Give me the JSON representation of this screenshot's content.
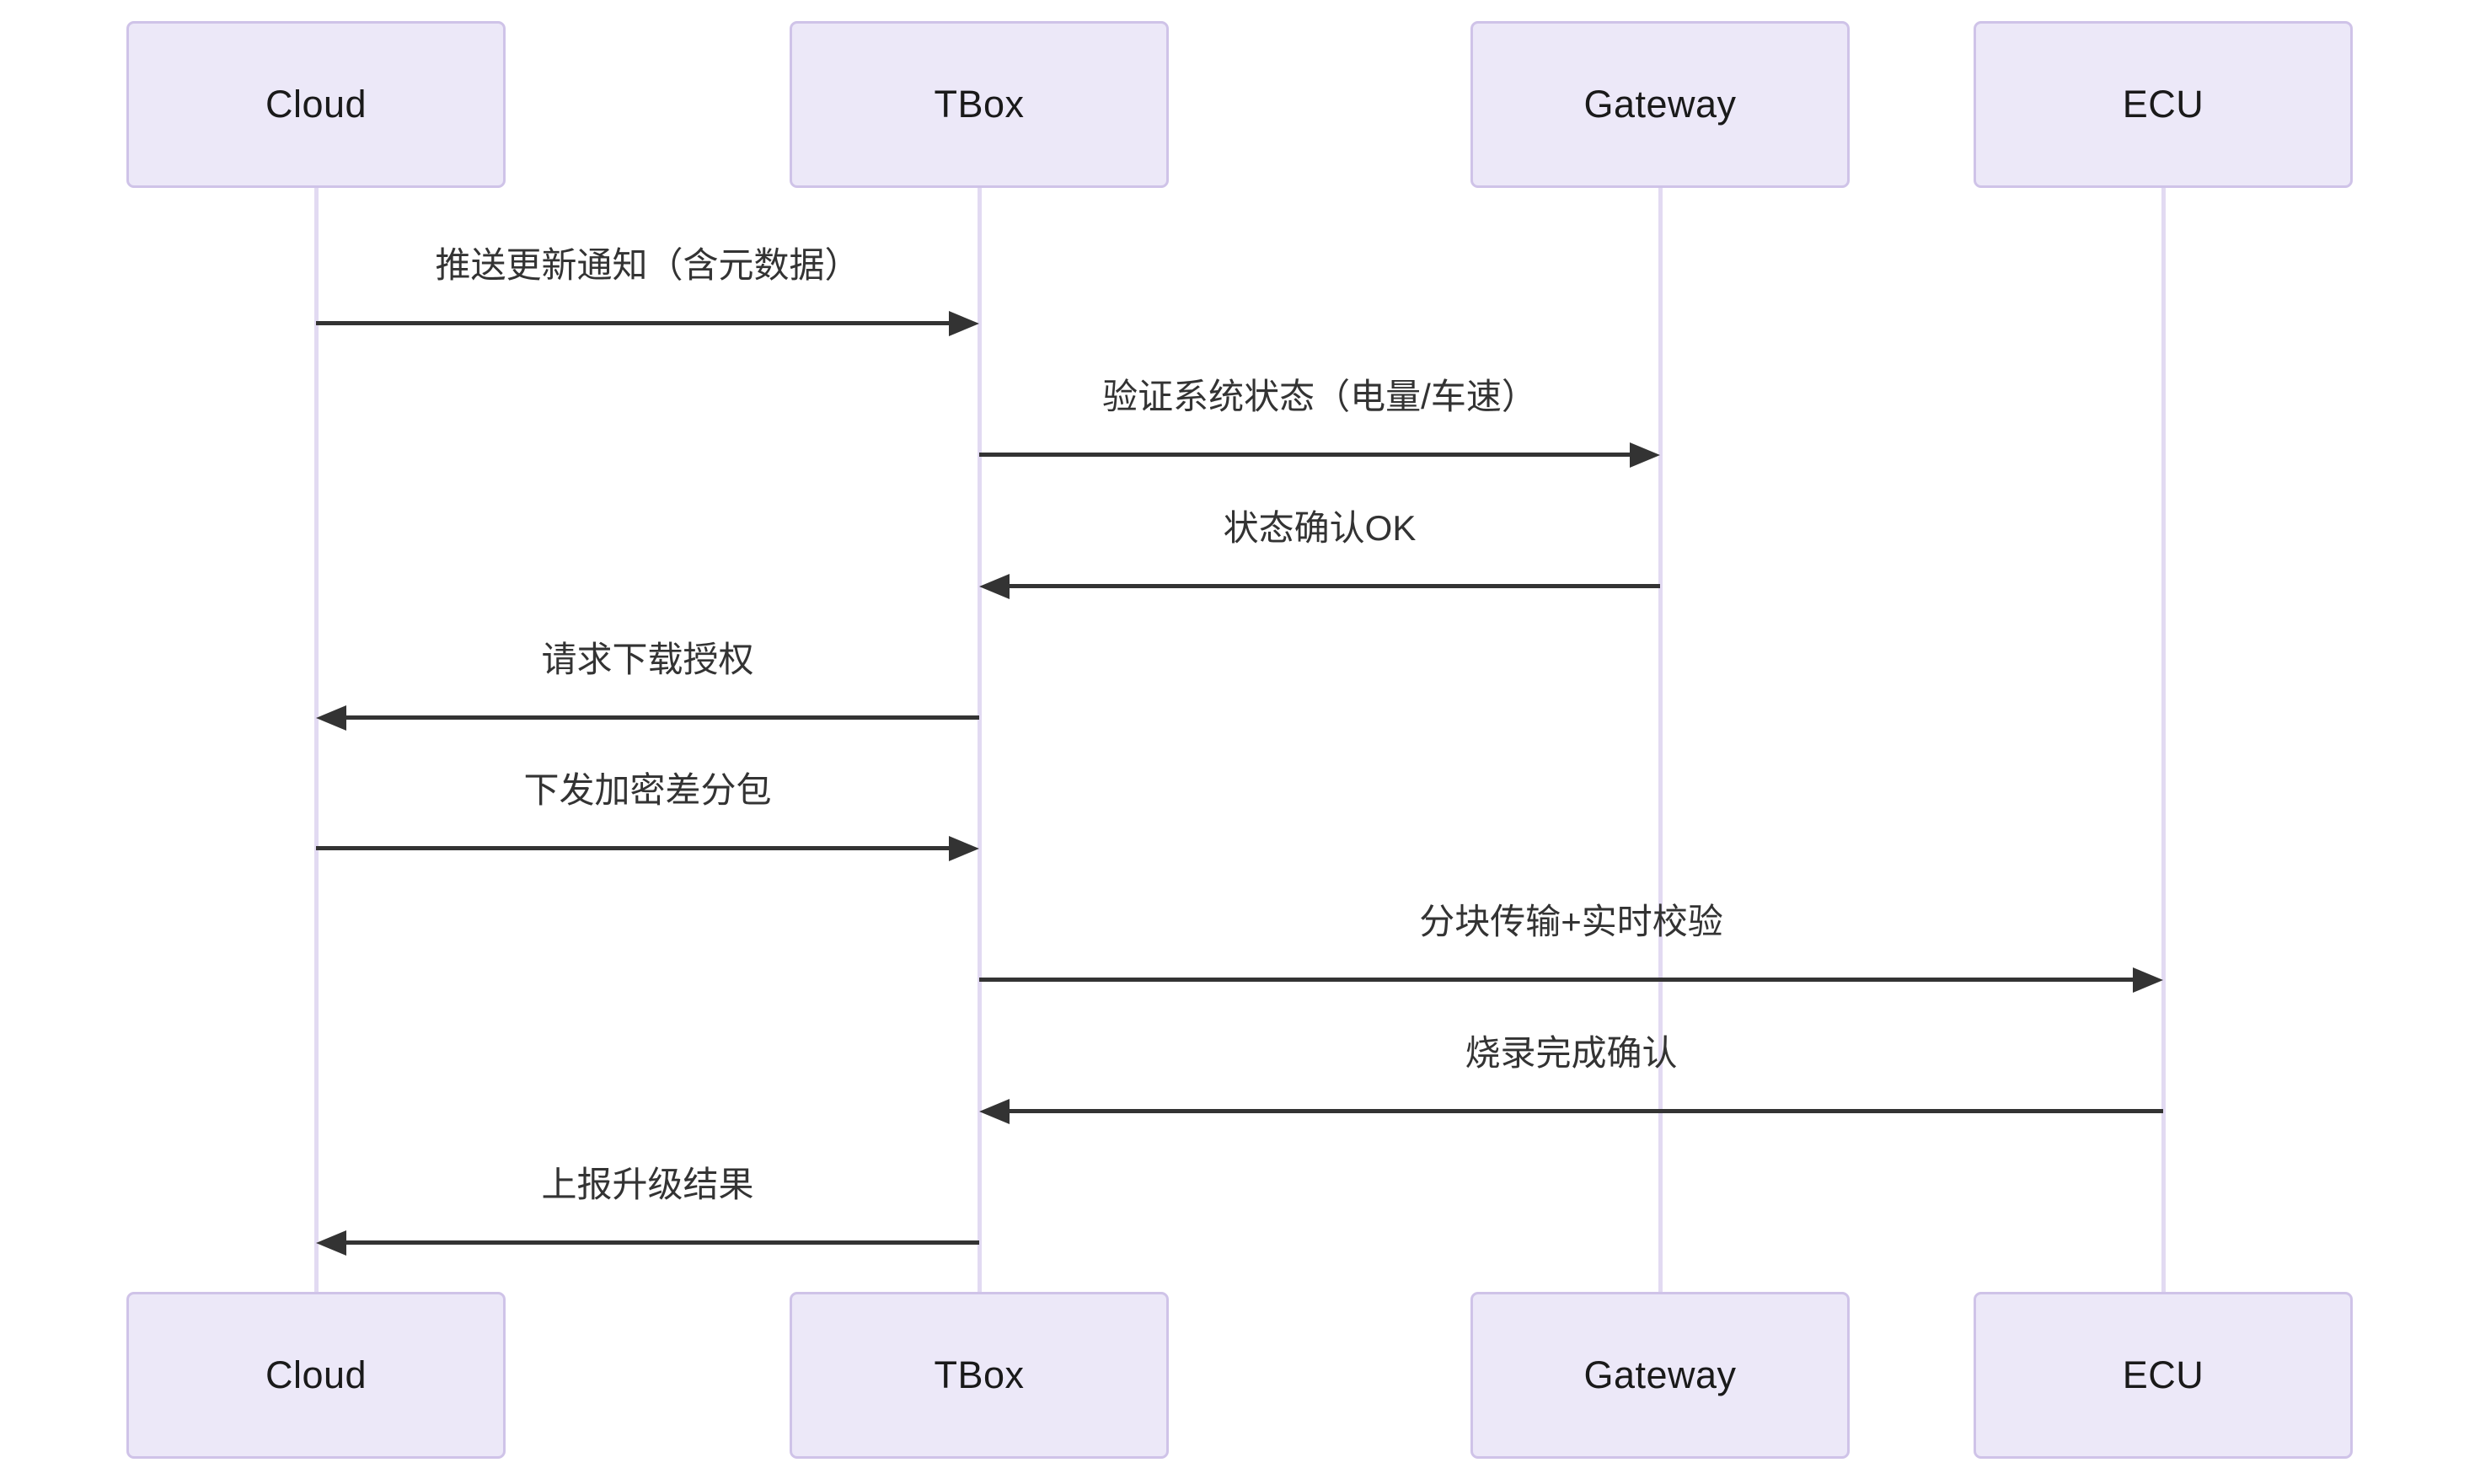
{
  "diagram": {
    "type": "sequence",
    "actors": [
      {
        "id": "cloud",
        "label": "Cloud"
      },
      {
        "id": "tbox",
        "label": "TBox"
      },
      {
        "id": "gateway",
        "label": "Gateway"
      },
      {
        "id": "ecu",
        "label": "ECU"
      }
    ],
    "messages": [
      {
        "from": "cloud",
        "to": "tbox",
        "label": "推送更新通知（含元数据）",
        "style": "solid"
      },
      {
        "from": "tbox",
        "to": "gateway",
        "label": "验证系统状态（电量/车速）",
        "style": "solid"
      },
      {
        "from": "gateway",
        "to": "tbox",
        "label": "状态确认OK",
        "style": "solid"
      },
      {
        "from": "tbox",
        "to": "cloud",
        "label": "请求下载授权",
        "style": "solid"
      },
      {
        "from": "cloud",
        "to": "tbox",
        "label": "下发加密差分包",
        "style": "solid"
      },
      {
        "from": "tbox",
        "to": "ecu",
        "label": "分块传输+实时校验",
        "style": "solid"
      },
      {
        "from": "ecu",
        "to": "tbox",
        "label": "烧录完成确认",
        "style": "solid"
      },
      {
        "from": "tbox",
        "to": "cloud",
        "label": "上报升级结果",
        "style": "solid"
      }
    ],
    "colors": {
      "actor_fill": "#ece8f8",
      "actor_border": "#cfc3e8",
      "lifeline": "#e2daf2",
      "arrow": "#333333",
      "actor_text": "#1a1a1a",
      "message_text": "#333333",
      "background": "#ffffff"
    }
  }
}
